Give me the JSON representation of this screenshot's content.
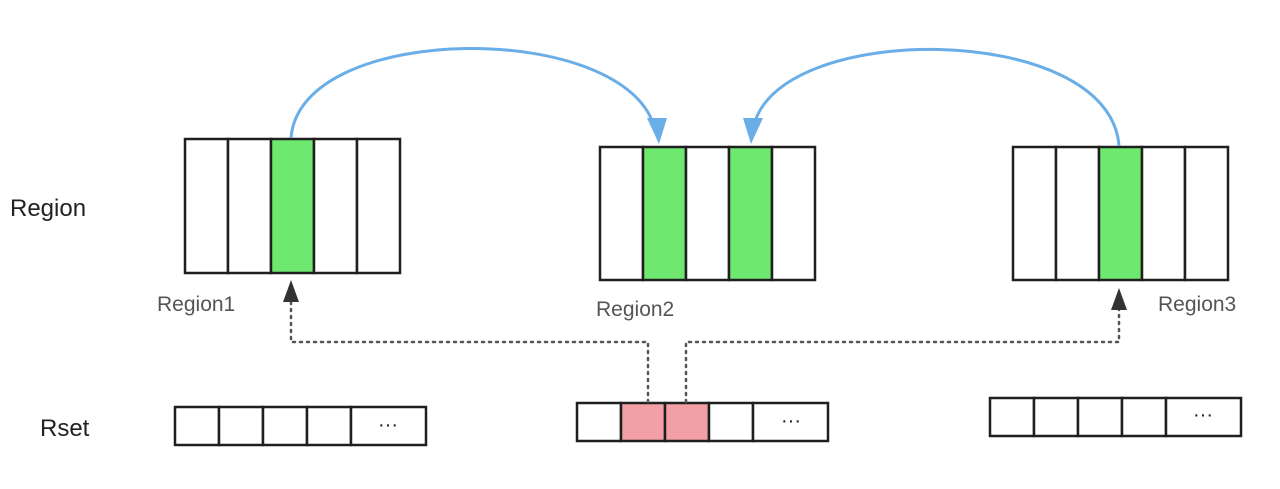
{
  "labels": {
    "region_row": "Region",
    "rset_row": "Rset"
  },
  "regions": [
    {
      "name": "Region1",
      "cells": 5,
      "highlighted": [
        2
      ]
    },
    {
      "name": "Region2",
      "cells": 5,
      "highlighted": [
        1,
        3
      ]
    },
    {
      "name": "Region3",
      "cells": 5,
      "highlighted": [
        2
      ]
    }
  ],
  "rsets": [
    {
      "cells": 4,
      "highlighted": [],
      "ellipsis": "···"
    },
    {
      "cells": 4,
      "highlighted": [
        1,
        2
      ],
      "ellipsis": "···"
    },
    {
      "cells": 4,
      "highlighted": [],
      "ellipsis": "···"
    }
  ],
  "colors": {
    "region_highlight": "#6ee86e",
    "rset_highlight": "#f2a0a6",
    "reference_arrow": "#6aaee8",
    "pointer_arrow": "#333333"
  }
}
